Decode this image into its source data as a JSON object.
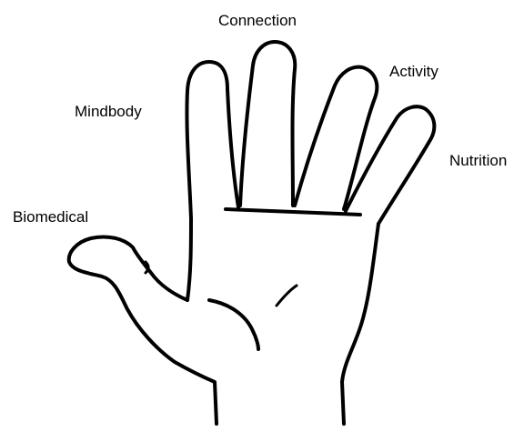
{
  "diagram": {
    "labels": {
      "connection": "Connection",
      "activity": "Activity",
      "mindbody": "Mindbody",
      "nutrition": "Nutrition",
      "biomedical": "Biomedical"
    }
  }
}
